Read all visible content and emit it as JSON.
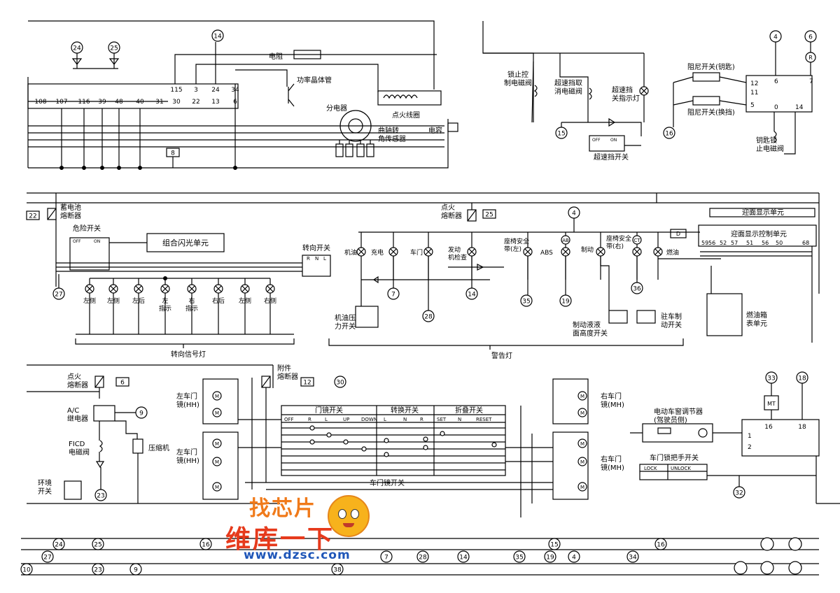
{
  "colors": {
    "line": "#000000",
    "bg": "#ffffff",
    "watermark_orange": "#f07a1a",
    "watermark_red": "#e63a1c",
    "watermark_blue": "#1f56b8"
  },
  "top": {
    "pins_row": [
      "108",
      "107",
      "116",
      "39",
      "48",
      "40",
      "31",
      "30",
      "22",
      "13",
      "6"
    ],
    "pins_row2": [
      "115",
      "3",
      "24",
      "34"
    ],
    "conn_24": "24",
    "conn_25": "25",
    "conn_14": "14",
    "conn_15": "15",
    "conn_16": "16",
    "conn_4": "4",
    "conn_6": "6",
    "box_8": "8",
    "resistor": "电阻",
    "transistor": "功率晶体管",
    "distributor": "分电器",
    "coil": "点火线圈",
    "angle_sensor": "曲轴转\n角传感器",
    "capacitor": "电容",
    "lock_valve": "锁止控\n制电磁阀",
    "od_cancel_valve": "超速挡取\n消电磁阀",
    "od_lamp": "超速挡\n关指示灯",
    "od_switch": "超速挡开关",
    "od_off": "OFF",
    "od_on": "ON",
    "inhibit_key": "阻尼开关(钥匙)",
    "inhibit_shift": "阻尼开关(换挡)",
    "key_lock_valve": "钥匙锁\n止电磁阀",
    "pins_right": [
      "12",
      "11",
      "5",
      "6",
      "7",
      "0",
      "14"
    ],
    "r_badge": "R"
  },
  "mid": {
    "battery_fuse": "蓄电池\n熔断器",
    "box_22": "22",
    "hazard_switch": "危险开关",
    "hz_off": "OFF",
    "hz_on": "ON",
    "flasher": "组合闪光单元",
    "turn_switch": "转向开关",
    "turn_cols": [
      "R",
      "N",
      "L"
    ],
    "conn_27": "27",
    "lamps": [
      "左侧",
      "左侧",
      "左后",
      "左\n指示",
      "右\n指示",
      "右后",
      "左侧",
      "右侧"
    ],
    "turn_group": "转向信号灯",
    "ign_fuse": "点火\n熔断器",
    "box_25": "25",
    "conn_4": "4",
    "warn": [
      "机油",
      "充电",
      "车门",
      "发动\n机检查",
      "座椅安全\n带(左)",
      "ABS",
      "制动",
      "座椅安全\n带(右)",
      "燃油"
    ],
    "ab_badge": "AB",
    "ct_badge": "CT",
    "d_badge": "D",
    "conn_7": "7",
    "conn_28": "28",
    "conn_14": "14",
    "conn_35": "35",
    "conn_19": "19",
    "conn_36": "36",
    "oil_sw": "机油压\n力开关",
    "brake_fluid": "制动液液\n面高度开关",
    "park_sw": "驻车制\n动开关",
    "fuel_unit": "燃油箱\n表单元",
    "warn_group": "警告灯",
    "hud_unit": "迎面显示单元",
    "hud_ctrl": "迎面显示控制单元",
    "hud_pins": [
      "59",
      "56",
      "52",
      "57",
      "51",
      "56",
      "50",
      "68"
    ]
  },
  "bot": {
    "ign_fuse": "点火\n熔断器",
    "box_6": "6",
    "acc_fuse": "附件\n熔断器",
    "box_12": "12",
    "conn_30": "30",
    "conn_9": "9",
    "conn_23": "23",
    "ac_relay": "A/C\n继电器",
    "ficd": "FICD\n电磁阀",
    "compressor": "压缩机",
    "ambient_sw": "环境\n开关",
    "left_mirror_1": "左车门\n镜(HH)",
    "left_mirror_2": "左车门\n镜(HH)",
    "right_mirror_1": "右车门\n镜(MH)",
    "right_mirror_2": "右车门\n镜(MH)",
    "mirror_sw_title": "门镜开关",
    "change_sw": "转换开关",
    "fold_sw": "折叠开关",
    "mirror_cols": [
      "OFF",
      "R",
      "L",
      "UP",
      "DOWN",
      "L",
      "N",
      "R",
      "SET",
      "N",
      "RESET"
    ],
    "mirror_switch": "车门镜开关",
    "seat_adj": "电动车窗调节器\n(驾驶员侧)",
    "door_lock": "车门锁把手开关",
    "lock": "LOCK",
    "unlock": "UNLOCK",
    "conn_33": "33",
    "conn_18": "18",
    "mt": "MT",
    "pin16": "16",
    "pin18": "18",
    "pin1": "1",
    "pin2": "2",
    "conn_32": "32",
    "bus_row1": [
      "24",
      "25",
      "16",
      "15",
      "16"
    ],
    "bus_row2": [
      "27",
      "7",
      "28",
      "14",
      "35",
      "19",
      "4",
      "34"
    ],
    "bus_row3": [
      "10",
      "23",
      "9",
      "38"
    ]
  },
  "watermark": {
    "cn": "维库一下",
    "url": "www.dzsc.com",
    "tag": "找芯片"
  }
}
